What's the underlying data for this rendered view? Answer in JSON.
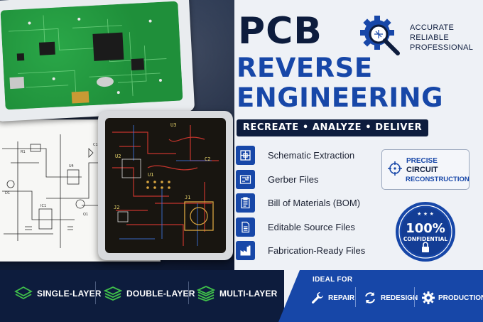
{
  "title": {
    "line1": "PCB",
    "line2": "REVERSE",
    "line3": "ENGINEERING"
  },
  "qualities": [
    "ACCURATE",
    "RELIABLE",
    "PROFESSIONAL"
  ],
  "tagline": "RECREATE • ANALYZE • DELIVER",
  "features": [
    {
      "label": "Schematic Extraction",
      "icon": "schematic-icon"
    },
    {
      "label": "Gerber Files",
      "icon": "gerber-icon"
    },
    {
      "label": "Bill of Materials (BOM)",
      "icon": "clipboard-list-icon"
    },
    {
      "label": "Editable Source Files",
      "icon": "document-icon"
    },
    {
      "label": "Fabrication-Ready Files",
      "icon": "factory-icon"
    }
  ],
  "precise": {
    "line1": "PRECISE",
    "line2": "CIRCUIT",
    "line3": "RECONSTRUCTION"
  },
  "seal": {
    "percent": "100%",
    "label": "CONFIDENTIAL"
  },
  "layers": [
    "SINGLE-LAYER",
    "DOUBLE-LAYER",
    "MULTI-LAYER"
  ],
  "ideal_for": {
    "heading": "IDEAL FOR",
    "items": [
      {
        "label": "REPAIR",
        "icon": "wrench-icon"
      },
      {
        "label": "REDESIGN",
        "icon": "refresh-icon"
      },
      {
        "label": "PRODUCTION",
        "icon": "gear-icon"
      }
    ]
  },
  "board_labels": {
    "u1": "U1",
    "u2": "U2",
    "u3": "U3",
    "j1": "J1",
    "j2": "J2",
    "c2": "C2"
  },
  "colors": {
    "navy": "#0d1c3d",
    "blue": "#1747a8",
    "green": "#3fbf4a"
  }
}
